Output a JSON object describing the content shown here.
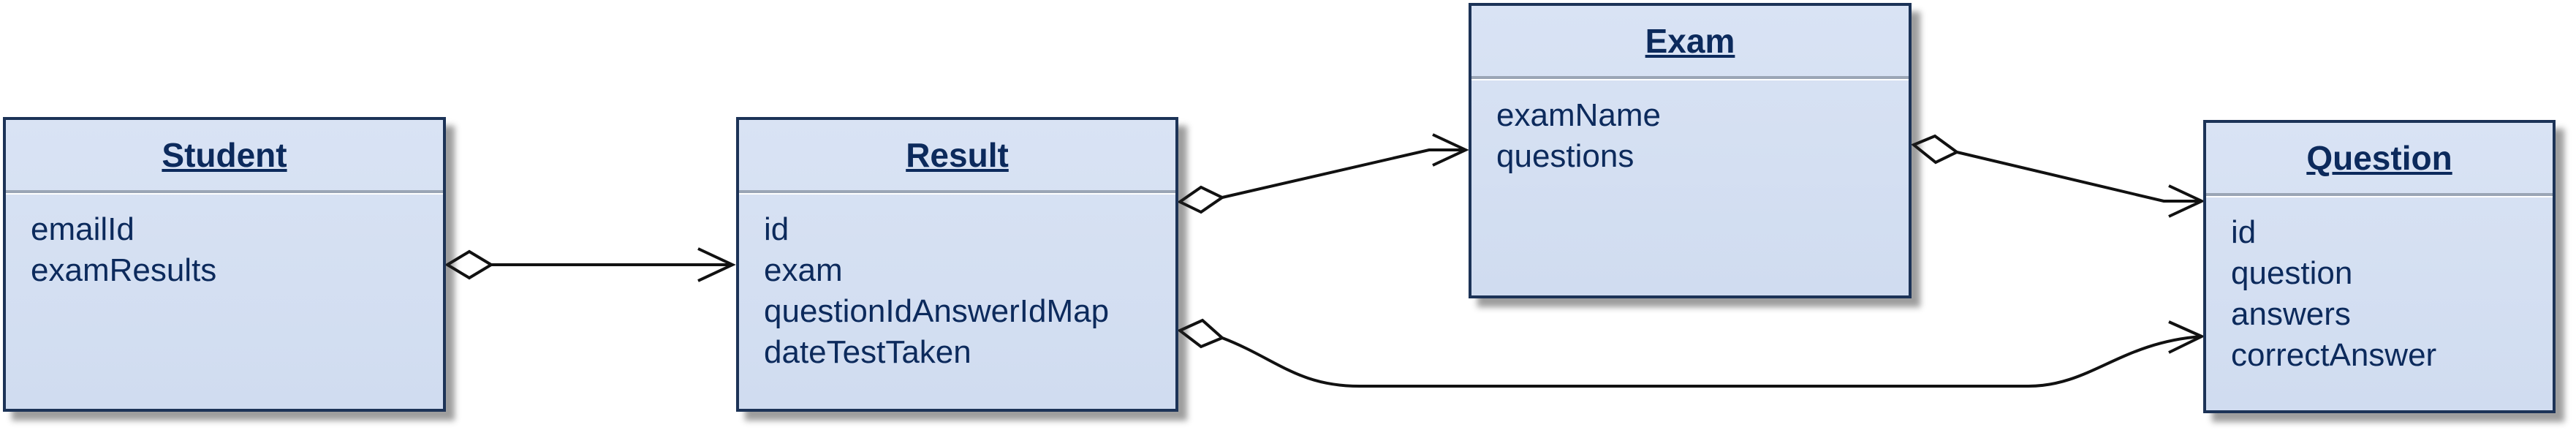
{
  "classes": {
    "student": {
      "name": "Student",
      "attributes": [
        "emailId",
        "examResults"
      ]
    },
    "result": {
      "name": "Result",
      "attributes": [
        "id",
        "exam",
        "questionIdAnswerIdMap",
        "dateTestTaken"
      ]
    },
    "exam": {
      "name": "Exam",
      "attributes": [
        "examName",
        "questions"
      ]
    },
    "question": {
      "name": "Question",
      "attributes": [
        "id",
        "question",
        "answers",
        "correctAnswer"
      ]
    }
  },
  "relationships": [
    {
      "from": "Student",
      "to": "Result",
      "type": "aggregation"
    },
    {
      "from": "Result",
      "to": "Exam",
      "type": "aggregation"
    },
    {
      "from": "Exam",
      "to": "Question",
      "type": "aggregation"
    },
    {
      "from": "Result",
      "to": "Question",
      "type": "aggregation"
    }
  ],
  "colors": {
    "fill": "#d4dff2",
    "border": "#1c3357",
    "text": "#0c2a5c",
    "line": "#111111"
  }
}
